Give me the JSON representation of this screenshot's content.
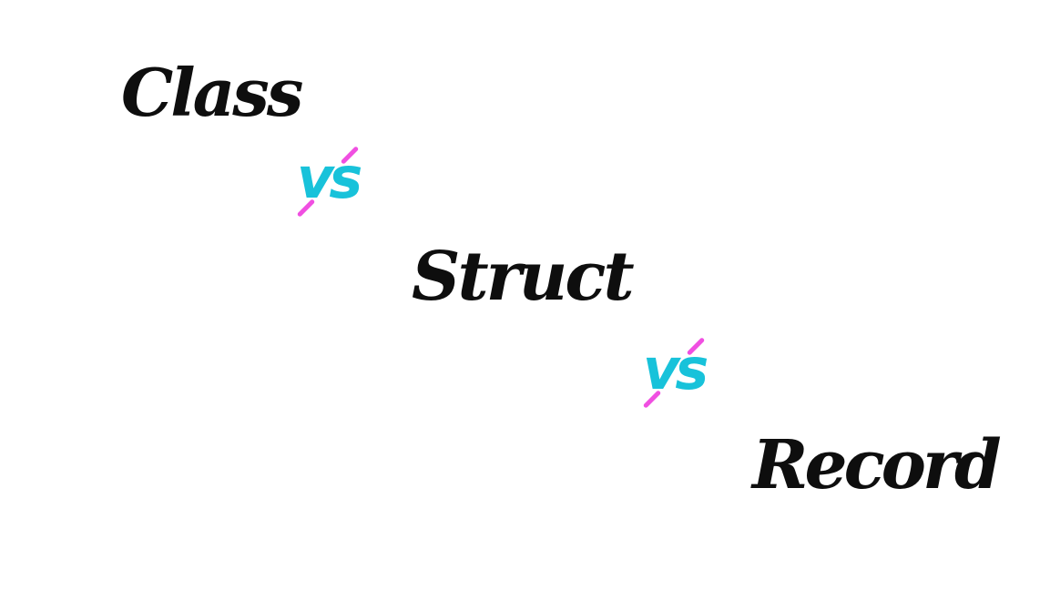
{
  "slide": {
    "words": [
      {
        "label": "Class"
      },
      {
        "label": "Struct"
      },
      {
        "label": "Record"
      }
    ],
    "separators": [
      {
        "label": "vs"
      },
      {
        "label": "vs"
      }
    ],
    "colors": {
      "background": "#ffffff",
      "word_text": "#0e0e0e",
      "vs_text": "#18c2da",
      "vs_dash_accent": "#f04fe1"
    }
  }
}
